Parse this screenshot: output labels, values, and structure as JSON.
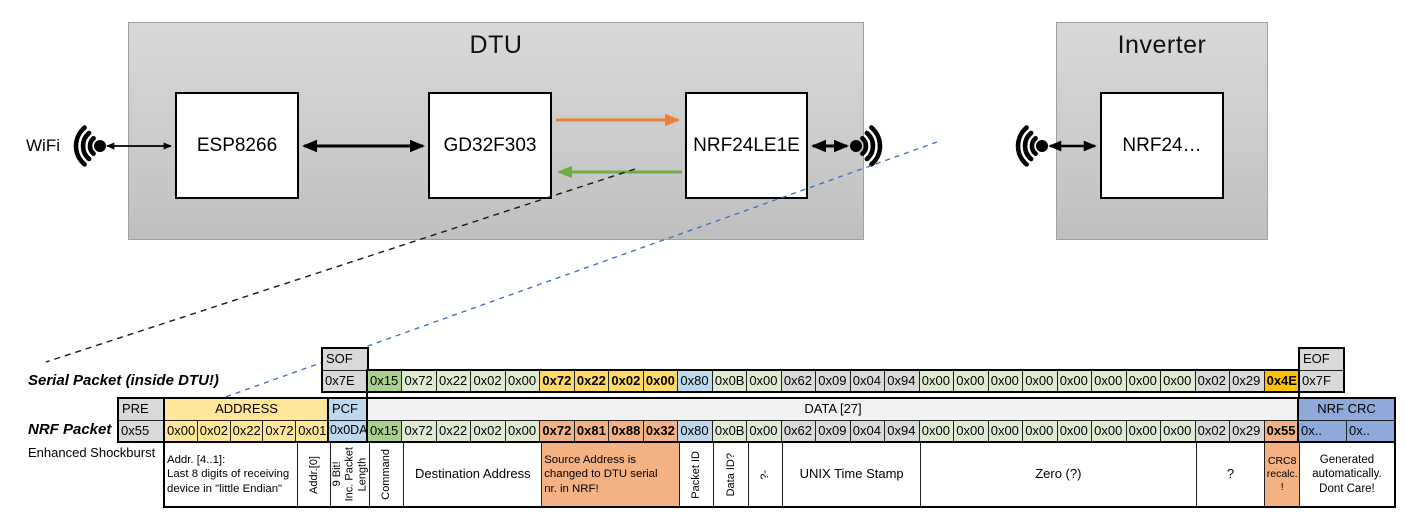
{
  "palette": {
    "green_light": "#DEEBD2",
    "green_dark": "#A9D08E",
    "yellow_light": "#FFE699",
    "yellow_mid": "#FFD966",
    "gold": "#FFC000",
    "blue_light": "#BDD7EE",
    "blue_mid": "#8EAADB",
    "salmon": "#F4B183",
    "gray_cell": "#D9D9D9",
    "gray_head": "#F2F2F2",
    "blue_link": "#4472C4",
    "arrow_orange": "#ED7D31",
    "arrow_green": "#70AD47"
  },
  "diagram": {
    "wifi_label": "WiFi",
    "dtu": {
      "title": "DTU",
      "chips": [
        "ESP8266",
        "GD32F303",
        "NRF24LE1E"
      ]
    },
    "inverter": {
      "title": "Inverter",
      "chip": "NRF24…"
    }
  },
  "serial_packet": {
    "label": "Serial Packet (inside DTU!)",
    "sof_header": "SOF",
    "sof_value": "0x7E",
    "eof_header": "EOF",
    "eof_value": "0x7F",
    "bytes": [
      {
        "v": "0x15",
        "c": "green_dark"
      },
      {
        "v": "0x72",
        "c": "green_light"
      },
      {
        "v": "0x22",
        "c": "green_light"
      },
      {
        "v": "0x02",
        "c": "green_light"
      },
      {
        "v": "0x00",
        "c": "green_light"
      },
      {
        "v": "0x72",
        "c": "yellow_mid",
        "b": true
      },
      {
        "v": "0x22",
        "c": "yellow_mid",
        "b": true
      },
      {
        "v": "0x02",
        "c": "yellow_mid",
        "b": true
      },
      {
        "v": "0x00",
        "c": "yellow_mid",
        "b": true
      },
      {
        "v": "0x80",
        "c": "blue_light"
      },
      {
        "v": "0x0B",
        "c": "green_light"
      },
      {
        "v": "0x00",
        "c": "green_light"
      },
      {
        "v": "0x62",
        "c": "gray_cell"
      },
      {
        "v": "0x09",
        "c": "gray_cell"
      },
      {
        "v": "0x04",
        "c": "gray_cell"
      },
      {
        "v": "0x94",
        "c": "gray_cell"
      },
      {
        "v": "0x00",
        "c": "green_light"
      },
      {
        "v": "0x00",
        "c": "green_light"
      },
      {
        "v": "0x00",
        "c": "green_light"
      },
      {
        "v": "0x00",
        "c": "green_light"
      },
      {
        "v": "0x00",
        "c": "green_light"
      },
      {
        "v": "0x00",
        "c": "green_light"
      },
      {
        "v": "0x00",
        "c": "green_light"
      },
      {
        "v": "0x00",
        "c": "green_light"
      },
      {
        "v": "0x02",
        "c": "gray_cell"
      },
      {
        "v": "0x29",
        "c": "gray_cell"
      },
      {
        "v": "0x4E",
        "c": "gold",
        "b": true
      }
    ]
  },
  "nrf_packet": {
    "label": "NRF Packet",
    "sublabel": "Enhanced Shockburst",
    "pre_header": "PRE",
    "pre_value": "0x55",
    "address_header": "ADDRESS",
    "address_values": [
      "0x00",
      "0x02",
      "0x22",
      "0x72",
      "0x01"
    ],
    "pcf_header": "PCF",
    "pcf_value": "0x0DA",
    "data_header": "DATA [27]",
    "crc_header": "NRF CRC",
    "crc_values": [
      "0x..",
      "0x.."
    ],
    "bytes": [
      {
        "v": "0x15",
        "c": "green_dark"
      },
      {
        "v": "0x72",
        "c": "green_light"
      },
      {
        "v": "0x22",
        "c": "green_light"
      },
      {
        "v": "0x02",
        "c": "green_light"
      },
      {
        "v": "0x00",
        "c": "green_light"
      },
      {
        "v": "0x72",
        "c": "salmon",
        "b": true
      },
      {
        "v": "0x81",
        "c": "salmon",
        "b": true
      },
      {
        "v": "0x88",
        "c": "salmon",
        "b": true
      },
      {
        "v": "0x32",
        "c": "salmon",
        "b": true
      },
      {
        "v": "0x80",
        "c": "blue_light"
      },
      {
        "v": "0x0B",
        "c": "green_light"
      },
      {
        "v": "0x00",
        "c": "green_light"
      },
      {
        "v": "0x62",
        "c": "gray_cell"
      },
      {
        "v": "0x09",
        "c": "gray_cell"
      },
      {
        "v": "0x04",
        "c": "gray_cell"
      },
      {
        "v": "0x94",
        "c": "gray_cell"
      },
      {
        "v": "0x00",
        "c": "green_light"
      },
      {
        "v": "0x00",
        "c": "green_light"
      },
      {
        "v": "0x00",
        "c": "green_light"
      },
      {
        "v": "0x00",
        "c": "green_light"
      },
      {
        "v": "0x00",
        "c": "green_light"
      },
      {
        "v": "0x00",
        "c": "green_light"
      },
      {
        "v": "0x00",
        "c": "green_light"
      },
      {
        "v": "0x00",
        "c": "green_light"
      },
      {
        "v": "0x02",
        "c": "gray_cell"
      },
      {
        "v": "0x29",
        "c": "gray_cell"
      },
      {
        "v": "0x55",
        "c": "salmon",
        "b": true
      }
    ],
    "annotations": [
      {
        "text": "Addr. [4..1]:\nLast 8 digits of receiving\ndevice in \"little Endian\"",
        "zone": "pre4",
        "span": 4,
        "align": "left"
      },
      {
        "text": "Addr.[0]",
        "zone": "pre1",
        "span": 1,
        "vert": true
      },
      {
        "text": "9 Bit!\nInc. Packet\nLength",
        "zone": "pcf",
        "span": 1,
        "vert": true
      },
      {
        "text": "Command",
        "zone": "data",
        "span": 1,
        "vert": true
      },
      {
        "text": "Destination Address",
        "zone": "data",
        "span": 4
      },
      {
        "text": "Source Address is\nchanged to DTU serial\nnr. in NRF!",
        "zone": "data",
        "span": 4,
        "bg": "salmon",
        "align": "left"
      },
      {
        "text": "Packet ID",
        "zone": "data",
        "span": 1,
        "vert": true
      },
      {
        "text": "Data ID?",
        "zone": "data",
        "span": 1,
        "vert": true
      },
      {
        "text": "?-",
        "zone": "data",
        "span": 1,
        "vert": true
      },
      {
        "text": "UNIX Time Stamp",
        "zone": "data",
        "span": 4
      },
      {
        "text": "Zero (?)",
        "zone": "data",
        "span": 8
      },
      {
        "text": "?",
        "zone": "data",
        "span": 2
      },
      {
        "text": "CRC8 recalc.\n!",
        "zone": "data",
        "span": 1,
        "bg": "salmon"
      },
      {
        "text": "Generated\nautomatically.\nDont Care!",
        "zone": "crc",
        "span": 2
      }
    ]
  }
}
